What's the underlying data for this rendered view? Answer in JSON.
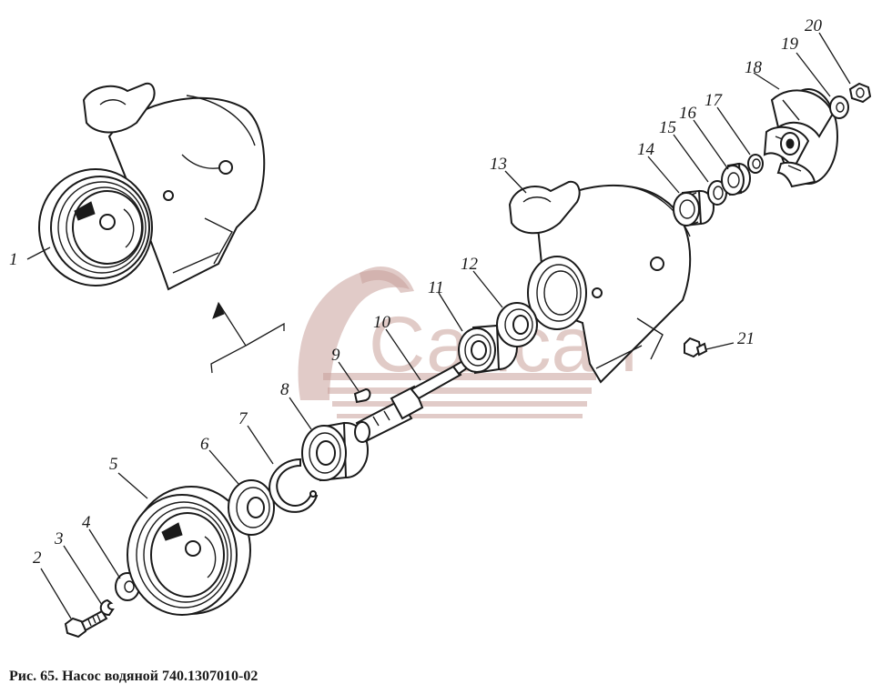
{
  "caption": "Рис. 65. Насос водяной 740.1307010-02",
  "watermark": {
    "text": "Сапсан",
    "color": "#c9a19a"
  },
  "callouts": [
    "1",
    "2",
    "3",
    "4",
    "5",
    "6",
    "7",
    "8",
    "9",
    "10",
    "11",
    "12",
    "13",
    "14",
    "15",
    "16",
    "17",
    "18",
    "19",
    "20",
    "21"
  ]
}
